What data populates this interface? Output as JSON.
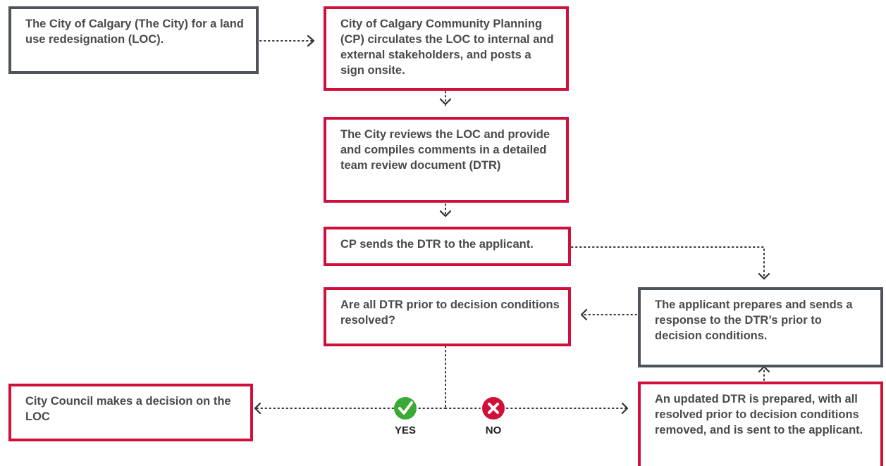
{
  "boxes": {
    "start": "The City of Calgary (The City) for a land use redesignation (LOC).",
    "circulate": "City of Calgary Community Planning (CP) circulates the LOC to internal and external stakeholders, and posts a sign onsite.",
    "review": "The City reviews the LOC and provide and compiles comments in a detailed team review document (DTR)",
    "send_dtr": "CP sends the DTR to the applicant.",
    "question": "Are all DTR prior to decision conditions resolved?",
    "applicant_response": "The applicant prepares and sends a response to the DTR’s prior to decision conditions.",
    "council": "City Council makes a decision on the LOC",
    "updated_dtr": "An updated DTR is prepared, with all resolved prior to decision conditions removed, and is sent to the applicant."
  },
  "decision": {
    "yes_label": "YES",
    "no_label": "NO",
    "yes_icon": "check-icon",
    "no_icon": "cross-icon"
  },
  "colors": {
    "red_border": "#d0103a",
    "grey_border": "#4e535a",
    "text": "#4a4a4a",
    "yes_green": "#3aaa35",
    "no_red": "#d0103a",
    "connector": "#333333"
  }
}
